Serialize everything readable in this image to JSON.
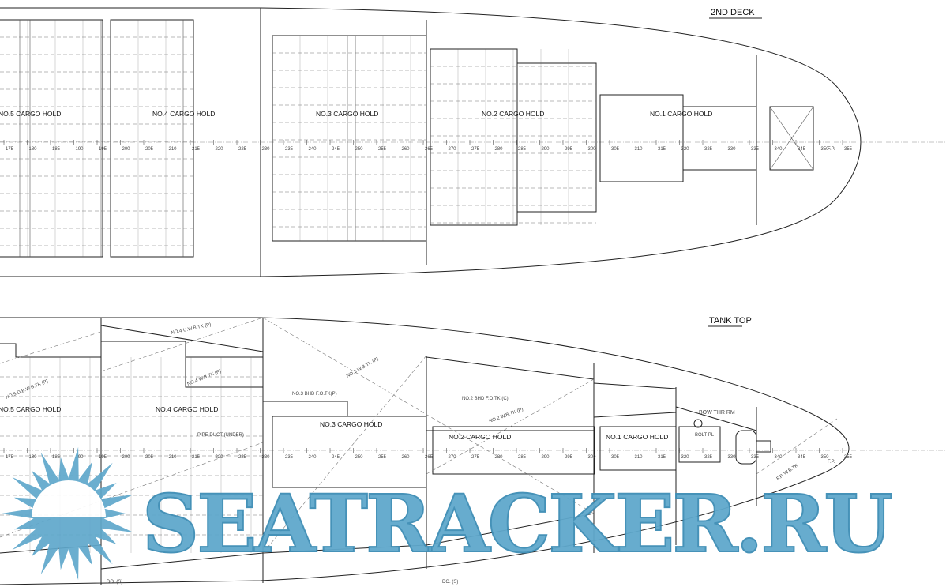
{
  "upper_plan": {
    "title": "2ND DECK",
    "holds": [
      "NO.5 CARGO HOLD",
      "NO.4 CARGO HOLD",
      "NO.3 CARGO HOLD",
      "NO.2 CARGO HOLD",
      "NO.1 CARGO HOLD"
    ],
    "fp_label": "F.P."
  },
  "lower_plan": {
    "title": "TANK TOP",
    "holds": [
      "NO.5 CARGO HOLD",
      "NO.4 CARGO HOLD",
      "NO.3 CARGO HOLD",
      "NO.2 CARGO HOLD",
      "NO.1 CARGO HOLD"
    ],
    "bow_thruster_room": "BOW THR RM",
    "tanks": {
      "no4_uwb": "NO.4 U.W.B.TK (P)",
      "no4_wb": "NO.4 W.B.TK (P)",
      "no5_db": "NO.5 D.B.W.B.TK (P)",
      "no3_wb": "NO.3 W.B.TK (P)",
      "no2_wb": "NO.2 W.B.TK (P)",
      "no3_bhd_fo": "NO.3 BHD F.O.TK(P)",
      "no2_bhd_fo": "NO.2 BHD F.O.TK (C)",
      "fp_wb": "F.P. W.B.TK",
      "do_s": "DO. (S)"
    },
    "pipe_duct": "PIPE DUCT (UNDER)",
    "bolt_plate": "BOLT PL",
    "fp_label": "F.P."
  },
  "frame_numbers": {
    "start": 175,
    "end": 355,
    "step": 5
  },
  "watermark": "SEATRACKER.RU"
}
